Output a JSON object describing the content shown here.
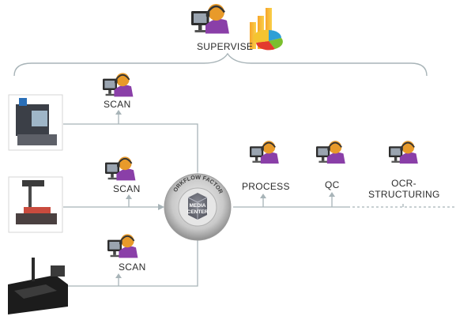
{
  "supervise": {
    "label": "SUPERVISE"
  },
  "scan_stations": [
    {
      "label": "SCAN"
    },
    {
      "label": "SCAN"
    },
    {
      "label": "SCAN"
    }
  ],
  "hub": {
    "ring_text": "WORKFLOW FACTORY",
    "center_line1": "MEDIA",
    "center_line2": "CENTER"
  },
  "pipeline": [
    {
      "label": "PROCESS"
    },
    {
      "label": "QC"
    },
    {
      "label": "OCR-",
      "label2": "STRUCTURING"
    }
  ],
  "colors": {
    "line": "#a8b4b8",
    "operator_shirt": "#8a3fa8",
    "operator_head": "#e89a2a",
    "monitor": "#3b3b3b"
  }
}
